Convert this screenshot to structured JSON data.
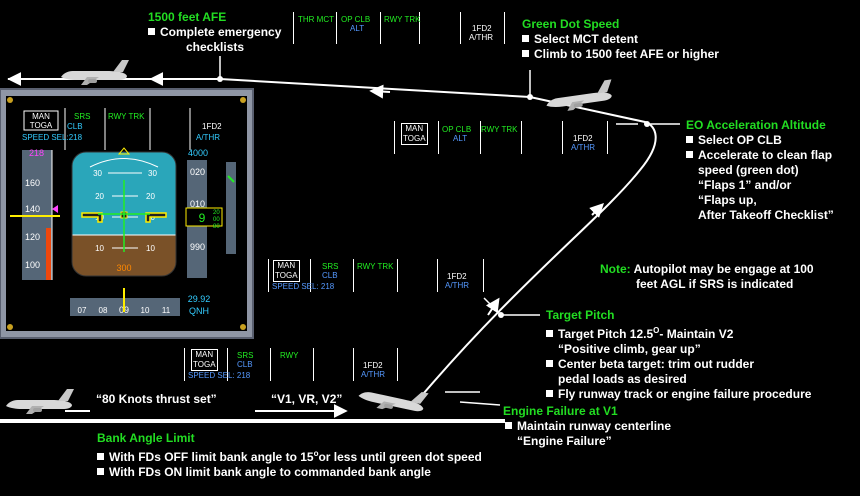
{
  "callouts": {
    "afe_title": "1500 feet AFE",
    "afe_items": [
      "Complete emergency",
      "checklists"
    ],
    "gds_title": "Green Dot Speed",
    "gds_items": [
      "Select MCT detent",
      "Climb to 1500 feet AFE or higher"
    ],
    "eo_title": "EO Acceleration Altitude",
    "eo_items": [
      "Select OP CLB",
      "Accelerate to clean flap",
      "speed (green dot)",
      "“Flaps 1” and/or",
      "“Flaps up,",
      "After Takeoff Checklist”"
    ],
    "note_label": "Note:",
    "note_lines": [
      "Autopilot may be engage at 100",
      "feet AGL if SRS is indicated"
    ],
    "tp_title": "Target Pitch",
    "tp_items": [
      "Target Pitch 12.5",
      "- Maintain V2",
      "“Positive climb, gear up”",
      "Center beta target: trim out rudder",
      "pedal loads as desired",
      "Fly runway track or engine failure procedure"
    ],
    "tp_degree": "O",
    "ef_title": "Engine Failure at V1",
    "ef_items": [
      "Maintain runway centerline",
      "“Engine Failure”"
    ],
    "bank_title": "Bank Angle Limit",
    "bank_items": [
      "With FDs OFF limit bank angle to 15",
      "or less until green dot speed",
      "With FDs ON limit bank angle to commanded bank angle"
    ],
    "bank_degree": "o",
    "thrust_set": "“80 Knots thrust set”",
    "v_speeds": "“V1, VR, V2”"
  },
  "fma_top": {
    "c1": "THR MCT",
    "c2a": "OP CLB",
    "c2b": "ALT",
    "c3": "RWY TRK",
    "c5a": "1FD2",
    "c5b": "A/THR"
  },
  "fma_eo": {
    "c1a": "MAN",
    "c1b": "TOGA",
    "c2a": "OP CLB",
    "c2b": "ALT",
    "c3": "RWY TRK",
    "c5a": "1FD2",
    "c5b": "A/THR"
  },
  "fma_tp": {
    "c1a": "MAN",
    "c1b": "TOGA",
    "c1c": "SPEED SEL: 218",
    "c2a": "SRS",
    "c2b": "CLB",
    "c3": "RWY TRK",
    "c5a": "1FD2",
    "c5b": "A/THR"
  },
  "fma_bottom": {
    "c1a": "MAN",
    "c1b": "TOGA",
    "c1c": "SPEED SEL: 218",
    "c2a": "SRS",
    "c2b": "CLB",
    "c3": "RWY",
    "c5a": "1FD2",
    "c5b": "A/THR"
  },
  "pfd": {
    "fma": {
      "c1a": "MAN",
      "c1b": "TOGA",
      "c1c": "SPEED SEL:218",
      "c2a": "SRS",
      "c2b": "CLB",
      "c3": "RWY TRK",
      "c5a": "1FD2",
      "c5b": "A/THR"
    },
    "speed_target": "218",
    "speed_ticks": [
      "160",
      "140",
      "120",
      "100"
    ],
    "pitch_labels": [
      "30",
      "20",
      "10",
      "10",
      "20",
      "30"
    ],
    "alt_target": "4000",
    "alt_ticks": [
      "020",
      "010",
      "990"
    ],
    "alt_current": "9",
    "alt_roll": [
      "20",
      "00",
      "80"
    ],
    "alt_bottom": "300",
    "heading_ticks": [
      "07",
      "08",
      "09",
      "10",
      "11"
    ],
    "baro": "29.92",
    "baro_label": "QNH"
  }
}
